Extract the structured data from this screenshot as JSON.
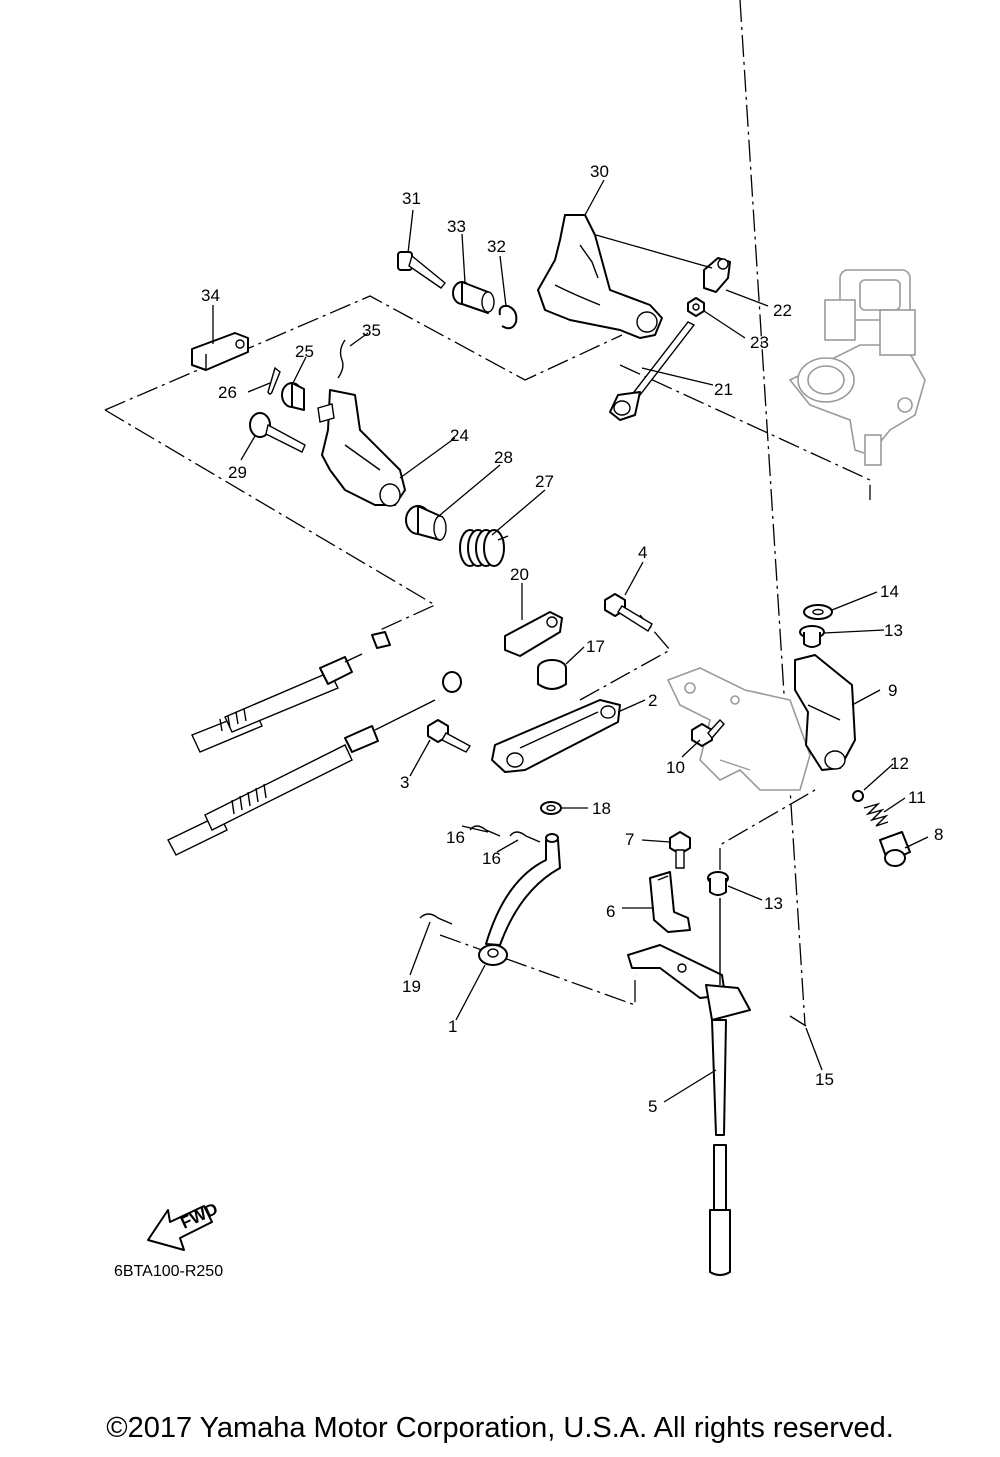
{
  "diagram": {
    "ref_code": "6BTA100-R250",
    "copyright": "©2017 Yamaha Motor Corporation, U.S.A. All rights reserved.",
    "fwd_label": "FWD",
    "callouts": [
      "1",
      "2",
      "3",
      "4",
      "5",
      "6",
      "7",
      "8",
      "9",
      "10",
      "11",
      "12",
      "13",
      "13",
      "14",
      "15",
      "16",
      "16",
      "17",
      "18",
      "19",
      "20",
      "21",
      "22",
      "23",
      "24",
      "25",
      "26",
      "27",
      "28",
      "29",
      "30",
      "31",
      "32",
      "33",
      "34",
      "35"
    ]
  }
}
